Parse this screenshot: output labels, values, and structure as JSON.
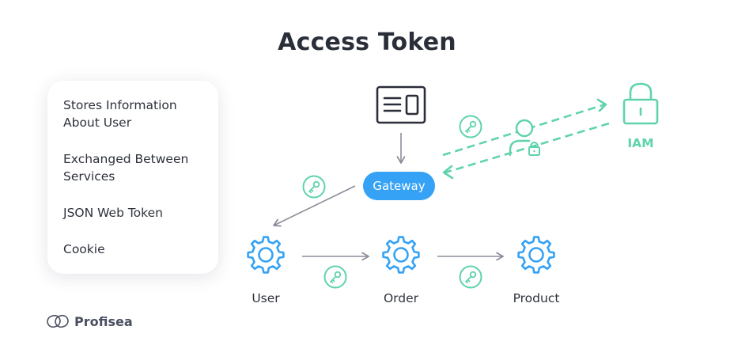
{
  "title": "Access Token",
  "info_items": [
    "Stores Information About User",
    "Exchanged Between Services",
    "JSON Web Token",
    "Cookie"
  ],
  "gateway_label": "Gateway",
  "iam_label": "IAM",
  "services": [
    "User",
    "Order",
    "Product"
  ],
  "brand": {
    "name": "Profisea"
  },
  "colors": {
    "gateway": "#35a2f5",
    "service_icon": "#35a2f5",
    "iam_accent": "#5fd3ad",
    "arrow": "#8a8d99",
    "dark_icon": "#2a2e38"
  },
  "icons": {
    "server": "browser-window-icon",
    "service": "gear-icon",
    "token": "key-icon",
    "user": "user-lock-icon",
    "iam": "padlock-icon",
    "brand": "profisea-logo-icon"
  }
}
